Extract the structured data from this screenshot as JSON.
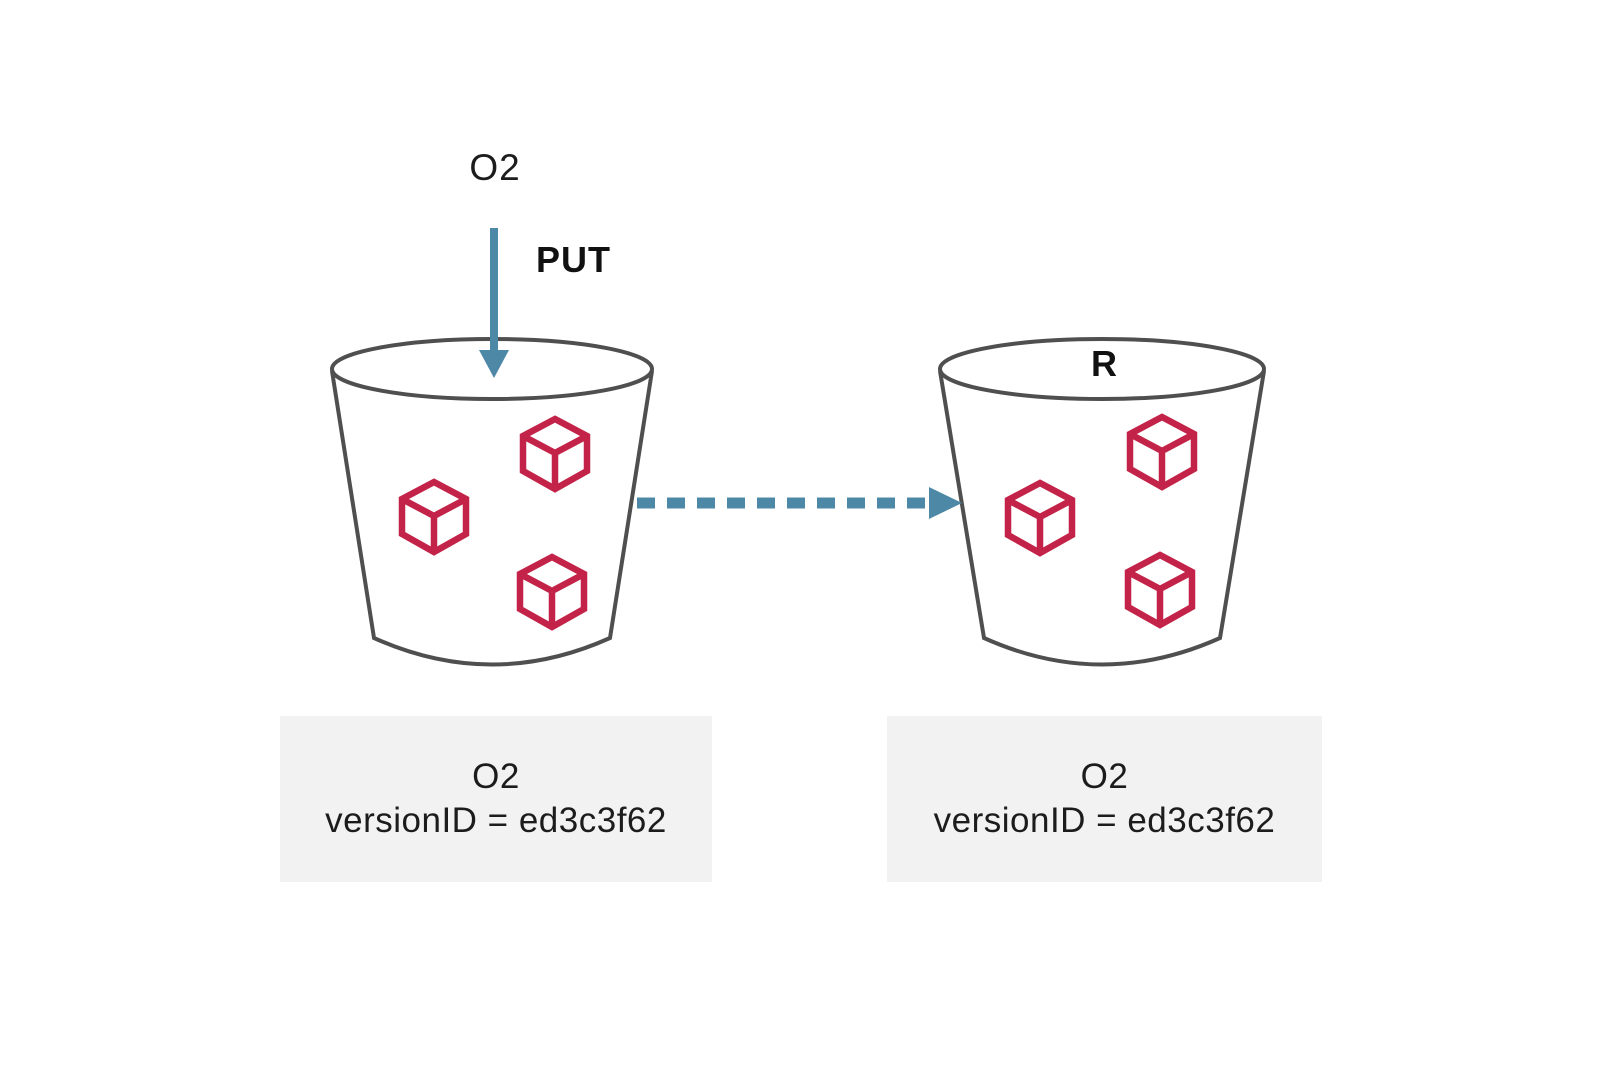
{
  "title": "S3 versioned object PUT and replication diagram",
  "colors": {
    "background": "#ffffff",
    "arrow": "#4d89a7",
    "cube": "#c42349",
    "bucket_outline": "#4f4f4f",
    "caption_box_bg": "#f2f2f2",
    "text": "#1c1c1c"
  },
  "incoming_object": {
    "label": "O2",
    "action": "PUT"
  },
  "source_bucket": {
    "object_count": 3,
    "caption": {
      "line1": "O2",
      "line2": "versionID = ed3c3f62"
    }
  },
  "destination_bucket": {
    "rim_label": "R",
    "object_count": 3,
    "caption": {
      "line1": "O2",
      "line2": "versionID = ed3c3f62"
    }
  }
}
